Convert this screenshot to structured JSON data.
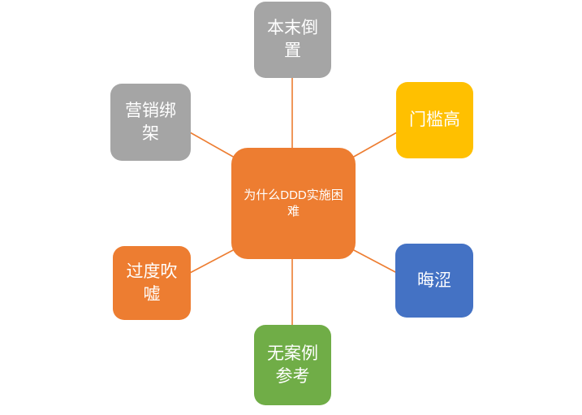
{
  "diagram": {
    "type": "mind-map",
    "background_color": "#FFFFFF",
    "connector_color": "#ED7D31",
    "center": {
      "label": "为什么DDD实施困难",
      "color": "#ED7D31",
      "text_color": "#FFFFFF"
    },
    "nodes": [
      {
        "id": "top",
        "label": "本末倒置",
        "color": "#A5A5A5",
        "text_color": "#FFFFFF",
        "position": "top"
      },
      {
        "id": "top-left",
        "label": "营销绑架",
        "color": "#A5A5A5",
        "text_color": "#FFFFFF",
        "position": "top-left"
      },
      {
        "id": "top-right",
        "label": "门槛高",
        "color": "#FFC000",
        "text_color": "#FFFFFF",
        "position": "top-right"
      },
      {
        "id": "bottom-right",
        "label": "晦涩",
        "color": "#4472C4",
        "text_color": "#FFFFFF",
        "position": "bottom-right"
      },
      {
        "id": "bottom",
        "label": "无案例参考",
        "color": "#70AD47",
        "text_color": "#FFFFFF",
        "position": "bottom"
      },
      {
        "id": "bottom-left",
        "label": "过度吹嘘",
        "color": "#ED7D31",
        "text_color": "#FFFFFF",
        "position": "bottom-left"
      }
    ]
  }
}
